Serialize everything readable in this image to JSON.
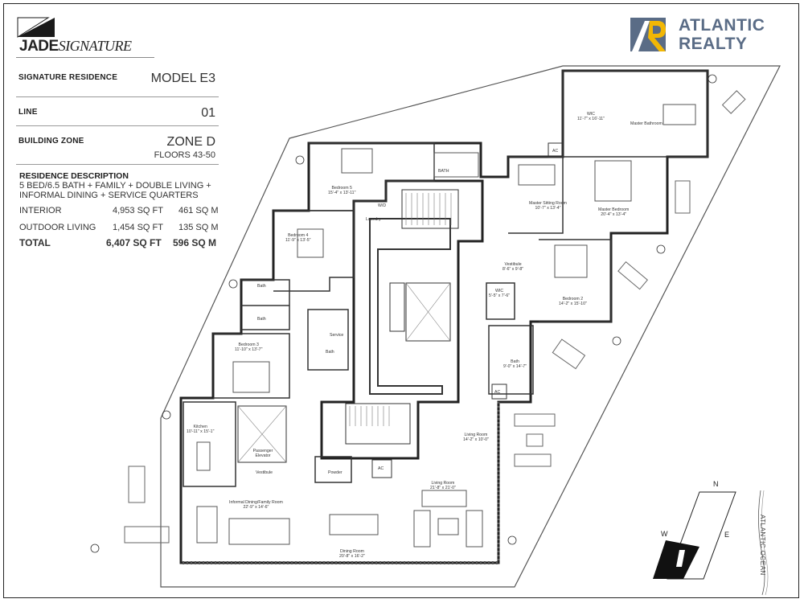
{
  "brand": {
    "logo_word": "JADE",
    "logo_script": "SIGNATURE",
    "realty_line1": "ATLANTIC",
    "realty_line2": "REALTY",
    "realty_colors": {
      "primary": "#5a6c86",
      "accent": "#f2b705"
    }
  },
  "specs": [
    {
      "label": "SIGNATURE RESIDENCE",
      "value": "MODEL E3"
    },
    {
      "label": "LINE",
      "value": "01"
    },
    {
      "label": "BUILDING ZONE",
      "value": "ZONE D",
      "sub": "FLOORS 43-50"
    }
  ],
  "description": {
    "title": "RESIDENCE DESCRIPTION",
    "text": "5 BED/6.5 BATH + FAMILY + DOUBLE LIVING + INFORMAL DINING + SERVICE QUARTERS",
    "rows": [
      {
        "label": "INTERIOR",
        "sqft": "4,953 SQ FT",
        "sqm": "461 SQ M"
      },
      {
        "label": "OUTDOOR LIVING",
        "sqft": "1,454 SQ FT",
        "sqm": "135 SQ M"
      },
      {
        "label": "TOTAL",
        "sqft": "6,407 SQ FT",
        "sqm": "596 SQ M"
      }
    ]
  },
  "rooms": [
    {
      "name": "Bedroom 5",
      "dims": "15'-4\" x 13'-11\""
    },
    {
      "name": "BATH",
      "dims": ""
    },
    {
      "name": "Laundry",
      "dims": ""
    },
    {
      "name": "W/D",
      "dims": ""
    },
    {
      "name": "Bedroom 4",
      "dims": "11'-9\" x 13'-5\""
    },
    {
      "name": "Bath",
      "dims": ""
    },
    {
      "name": "Bath",
      "dims": ""
    },
    {
      "name": "Service",
      "dims": ""
    },
    {
      "name": "Bath",
      "dims": ""
    },
    {
      "name": "Bedroom 3",
      "dims": "11'-10\" x 13'-7\""
    },
    {
      "name": "Kitchen",
      "dims": "10'-11\" x 15'-1\""
    },
    {
      "name": "Passenger Elevator",
      "dims": ""
    },
    {
      "name": "Vestibule",
      "dims": ""
    },
    {
      "name": "Informal Dining/Family Room",
      "dims": "22'-9\" x 14'-6\""
    },
    {
      "name": "Powder",
      "dims": ""
    },
    {
      "name": "AC",
      "dims": ""
    },
    {
      "name": "Living Room",
      "dims": "14'-2\" x 10'-0\""
    },
    {
      "name": "Living Room",
      "dims": "21'-8\" x 21'-0\""
    },
    {
      "name": "Dining Room",
      "dims": "20'-8\" x 16'-2\""
    },
    {
      "name": "WIC",
      "dims": "11'-7\" x 16'-11\""
    },
    {
      "name": "Master Bathroom",
      "dims": ""
    },
    {
      "name": "AC",
      "dims": ""
    },
    {
      "name": "Master Sitting Room",
      "dims": "10'-7\" x 13'-4\""
    },
    {
      "name": "Master Bedroom",
      "dims": "20'-4\" x 13'-4\""
    },
    {
      "name": "Vestibule",
      "dims": "8'-6\" x 9'-8\""
    },
    {
      "name": "WIC",
      "dims": "5'-5\" x 7'-6\""
    },
    {
      "name": "Bedroom 2",
      "dims": "14'-2\" x 15'-10\""
    },
    {
      "name": "Bath",
      "dims": "9'-0\" x 14'-7\""
    },
    {
      "name": "AC",
      "dims": ""
    }
  ],
  "compass": {
    "n": "N",
    "w": "W",
    "e": "E"
  },
  "ocean_label": "ATLANTIC OCEAN"
}
